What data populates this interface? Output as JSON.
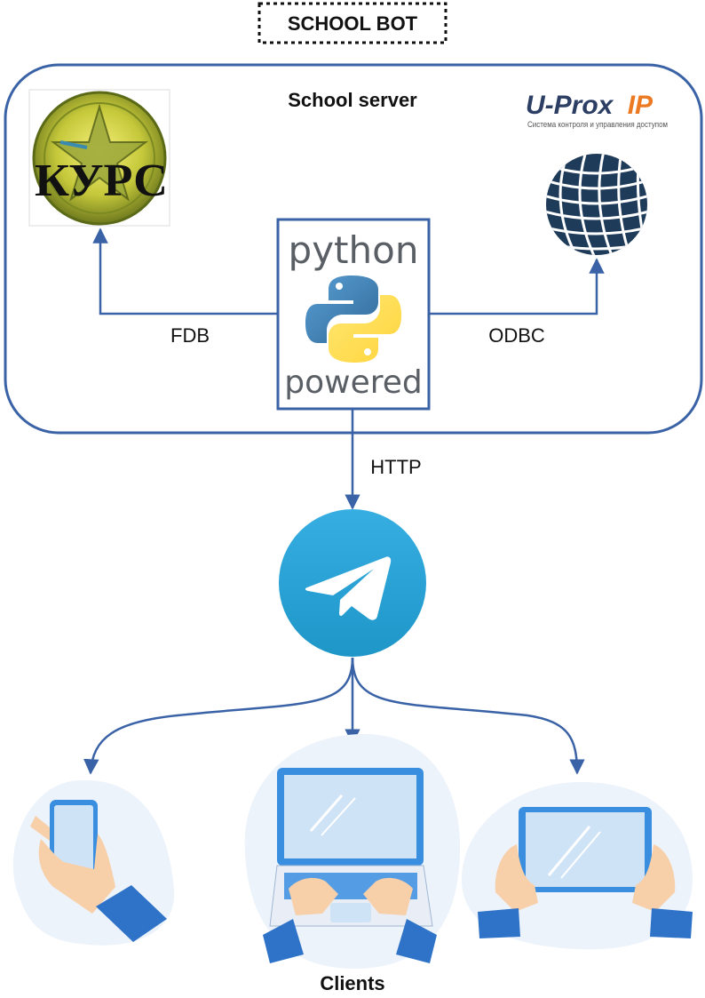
{
  "title": "SCHOOL BOT",
  "server": {
    "label": "School server",
    "kurs_logo_text": "КУРС",
    "uprox_brand": "U-Prox",
    "uprox_suffix": "IP",
    "uprox_tagline": "Система контроля и управления доступом"
  },
  "python_badge": {
    "top": "python",
    "bottom": "powered"
  },
  "connections": {
    "fdb": "FDB",
    "odbc": "ODBC",
    "http": "HTTP"
  },
  "clients_label": "Clients",
  "icons": {
    "telegram": "telegram-icon",
    "phone": "smartphone-in-hand-icon",
    "laptop": "laptop-typing-icon",
    "tablet": "tablet-in-hands-icon",
    "globe": "globe-icon"
  },
  "colors": {
    "line": "#3a62a6",
    "telegram": "#2aa3df",
    "uprox_blue": "#2c3e63",
    "uprox_orange": "#ec7a23",
    "device_blue": "#3a8ee0",
    "screen": "#cfe3f7",
    "sleeve": "#2f73c9",
    "skin": "#f7cfa8"
  }
}
